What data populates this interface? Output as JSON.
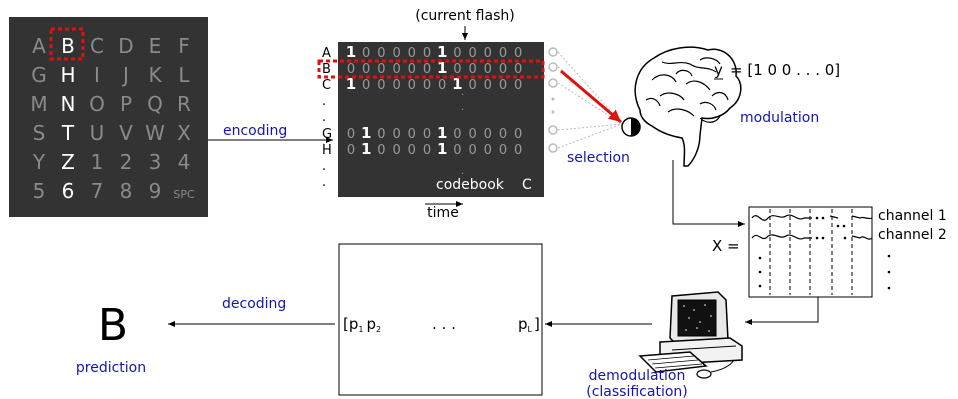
{
  "speller": {
    "rows": [
      [
        "A",
        "B",
        "C",
        "D",
        "E",
        "F"
      ],
      [
        "G",
        "H",
        "I",
        "J",
        "K",
        "L"
      ],
      [
        "M",
        "N",
        "O",
        "P",
        "Q",
        "R"
      ],
      [
        "S",
        "T",
        "U",
        "V",
        "W",
        "X"
      ],
      [
        "Y",
        "Z",
        "1",
        "2",
        "3",
        "4"
      ],
      [
        "5",
        "6",
        "7",
        "8",
        "9",
        "SPC"
      ]
    ],
    "highlighted_letter": "B",
    "highlighted_column": 1
  },
  "labels": {
    "encoding": "encoding",
    "current_flash": "(current flash)",
    "time": "time",
    "codebook": "codebook",
    "codebook_symbol": "C",
    "selection": "selection",
    "modulation": "modulation",
    "y_label": "y",
    "y_vector": "= [1 0 0 . . . 0]",
    "x_label": "X =",
    "channel1": "channel 1",
    "channel2": "channel 2",
    "decoding": "decoding",
    "prediction_letter": "B",
    "prediction": "prediction",
    "demodulation": "demodulation",
    "classification": "(classification)",
    "prob_left": "[p",
    "p1_sub": "1",
    "p2": "p",
    "p2_sub": "2",
    "prob_dots": ". . .",
    "pL": "p",
    "pL_sub": "L",
    "prob_close": "]"
  },
  "codebook": {
    "row_labels": [
      "A",
      "B",
      "C",
      ".",
      ".",
      "G",
      "H",
      ".",
      "."
    ],
    "codes": {
      "A": "100000100000",
      "B": "000000100000",
      "C": "100000010000",
      "G": "010000100000",
      "H": "010000100000"
    },
    "colors": {
      "one": "#ffffff",
      "zero": "#9a9a9a"
    }
  },
  "colors": {
    "panel": "#333333",
    "grid_letter": "#8a8a8a",
    "grid_highlight": "#ffffff",
    "accent_blue": "#1515b0",
    "highlight_red": "#e01010"
  }
}
